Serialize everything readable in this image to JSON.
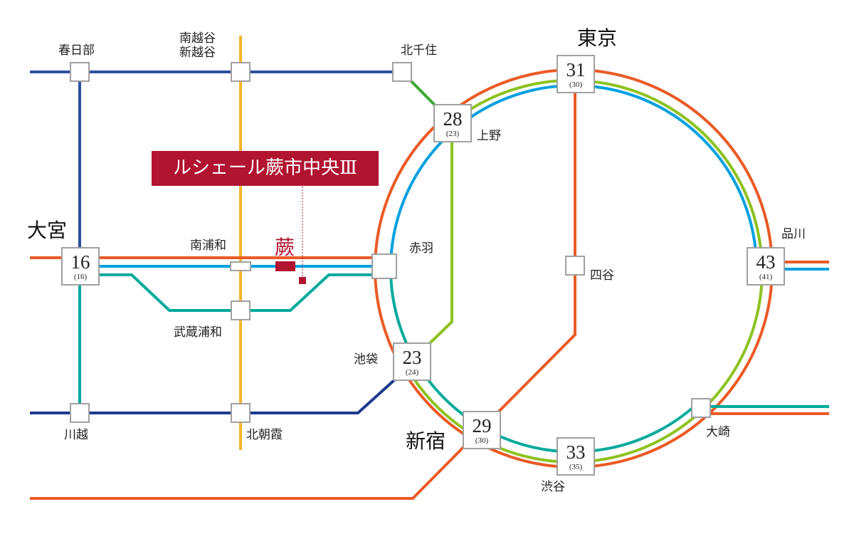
{
  "title_banner": "ルシェール蕨市中央Ⅲ",
  "current_station": "蕨",
  "colors": {
    "orange": "#ea5a25",
    "blue": "#00a0e0",
    "green": "#8dc21f",
    "teal": "#00a99d",
    "navy": "#1d3a8f",
    "tobu_blue": "#2e4fa0",
    "yellow": "#f7b52c",
    "brand_red": "#b01430",
    "box_border": "#a0a0a0"
  },
  "stations": {
    "kasukabe": "春日部",
    "minamikoshigaya": "南越谷\n新越谷",
    "kitasenju": "北千住",
    "tokyo": {
      "name": "東京",
      "minutes": "31",
      "alt": "(30)"
    },
    "ueno": {
      "name": "上野",
      "minutes": "28",
      "alt": "(23)"
    },
    "omiya": {
      "name": "大宮",
      "minutes": "16",
      "alt": "(16)"
    },
    "minamiurawa": "南浦和",
    "akabane": "赤羽",
    "musashiurawa": "武蔵浦和",
    "yotsuya": "四谷",
    "shinagawa": {
      "name": "品川",
      "minutes": "43",
      "alt": "(41)"
    },
    "ikebukuro": {
      "name": "池袋",
      "minutes": "23",
      "alt": "(24)"
    },
    "shinjuku": {
      "name": "新宿",
      "minutes": "29",
      "alt": "(30)"
    },
    "shibuya": {
      "name": "渋谷",
      "minutes": "33",
      "alt": "(35)"
    },
    "osaki": "大崎",
    "kawagoe": "川越",
    "kitaasaka": "北朝霞"
  }
}
